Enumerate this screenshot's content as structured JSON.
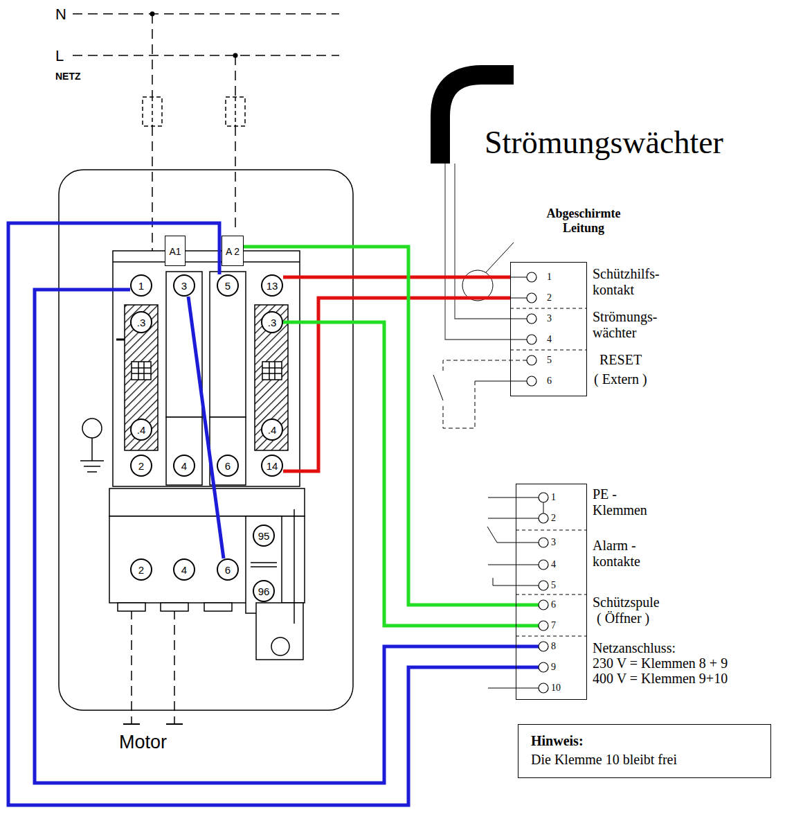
{
  "diagram": {
    "nodes": [
      {
        "text": [
          "A1"
        ]
      },
      {
        "text": [
          "A 2"
        ]
      },
      {
        "text": [
          "1"
        ]
      },
      {
        "text": [
          "3"
        ]
      },
      {
        "text": [
          "5"
        ]
      },
      {
        "text": [
          "13"
        ]
      },
      {
        "text": [
          ".3"
        ]
      },
      {
        "text": [
          ".3"
        ]
      },
      {
        "text": [
          ".4"
        ]
      },
      {
        "text": [
          ".4"
        ]
      },
      {
        "text": [
          "2"
        ]
      },
      {
        "text": [
          "4"
        ]
      },
      {
        "text": [
          "6"
        ]
      },
      {
        "text": [
          "14"
        ]
      },
      {
        "text": [
          "95"
        ]
      },
      {
        "text": [
          "2"
        ]
      },
      {
        "text": [
          "4"
        ]
      },
      {
        "text": [
          "6"
        ]
      },
      {
        "text": [
          "96"
        ]
      },
      {
        "text": [
          "1",
          "2",
          "3",
          "4",
          "5",
          "6"
        ]
      },
      {
        "text": [
          "1",
          "2",
          "3",
          "4",
          "5",
          "6",
          "7",
          "8",
          "9",
          "10"
        ]
      },
      {
        "text": [
          "Hinweis:",
          "Die Klemme 10 bleibt frei"
        ]
      }
    ],
    "edges": [
      {
        "from": 5,
        "to": 19,
        "arrow": "none"
      },
      {
        "from": 13,
        "to": 19,
        "arrow": "none"
      },
      {
        "from": 1,
        "to": 20,
        "arrow": "none"
      },
      {
        "from": 7,
        "to": 20,
        "arrow": "none"
      },
      {
        "from": 2,
        "to": 20,
        "arrow": "none"
      },
      {
        "from": 4,
        "to": 20,
        "arrow": "none"
      },
      {
        "from": 3,
        "to": 17,
        "arrow": "none"
      }
    ],
    "labels": [
      "N",
      "L",
      "NETZ",
      "Strömungswächter",
      "Abgeschirmte Leitung",
      "Schützhilfs- kontakt",
      "Strömungs- wächter",
      "RESET",
      "( Extern )",
      "PE - Klemmen",
      "Alarm - kontakte",
      "Schützspule",
      "( Öffner )",
      "Netzanschluss:",
      "230 V = Klemmen 8 + 9",
      "400 V = Klemmen 9+10",
      "Motor"
    ]
  }
}
